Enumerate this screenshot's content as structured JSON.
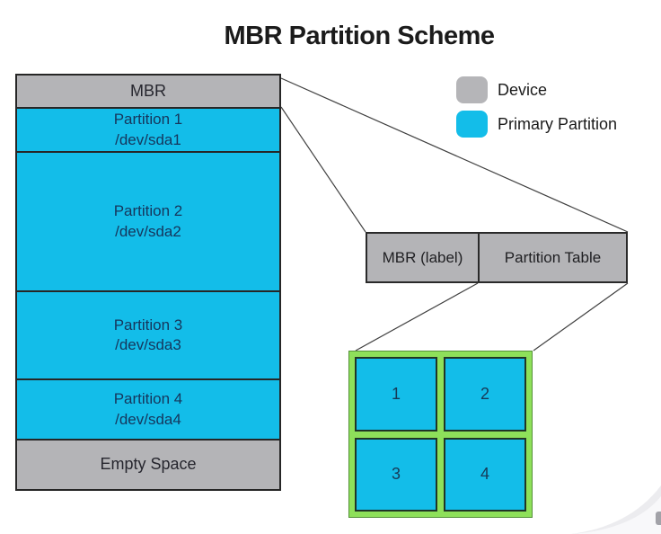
{
  "title": "MBR Partition Scheme",
  "colors": {
    "device_gray": "#b4b4b7",
    "primary_cyan": "#13bde9",
    "table_green": "#8ee05a",
    "connector_line": "#404040",
    "partition_text": "#16365c"
  },
  "disk": {
    "segments": [
      {
        "label": "MBR",
        "type": "device"
      },
      {
        "label": "Partition 1",
        "device": "/dev/sda1",
        "type": "primary"
      },
      {
        "label": "Partition 2",
        "device": "/dev/sda2",
        "type": "primary"
      },
      {
        "label": "Partition 3",
        "device": "/dev/sda3",
        "type": "primary"
      },
      {
        "label": "Partition 4",
        "device": "/dev/sda4",
        "type": "primary"
      },
      {
        "label": "Empty Space",
        "type": "device"
      }
    ]
  },
  "legend": {
    "items": [
      {
        "label": "Device",
        "swatch": "device"
      },
      {
        "label": "Primary Partition",
        "swatch": "primary"
      }
    ]
  },
  "mbr_detail": {
    "left_cell": "MBR (label)",
    "right_cell": "Partition Table"
  },
  "partition_table": {
    "cells": [
      "1",
      "2",
      "3",
      "4"
    ]
  }
}
